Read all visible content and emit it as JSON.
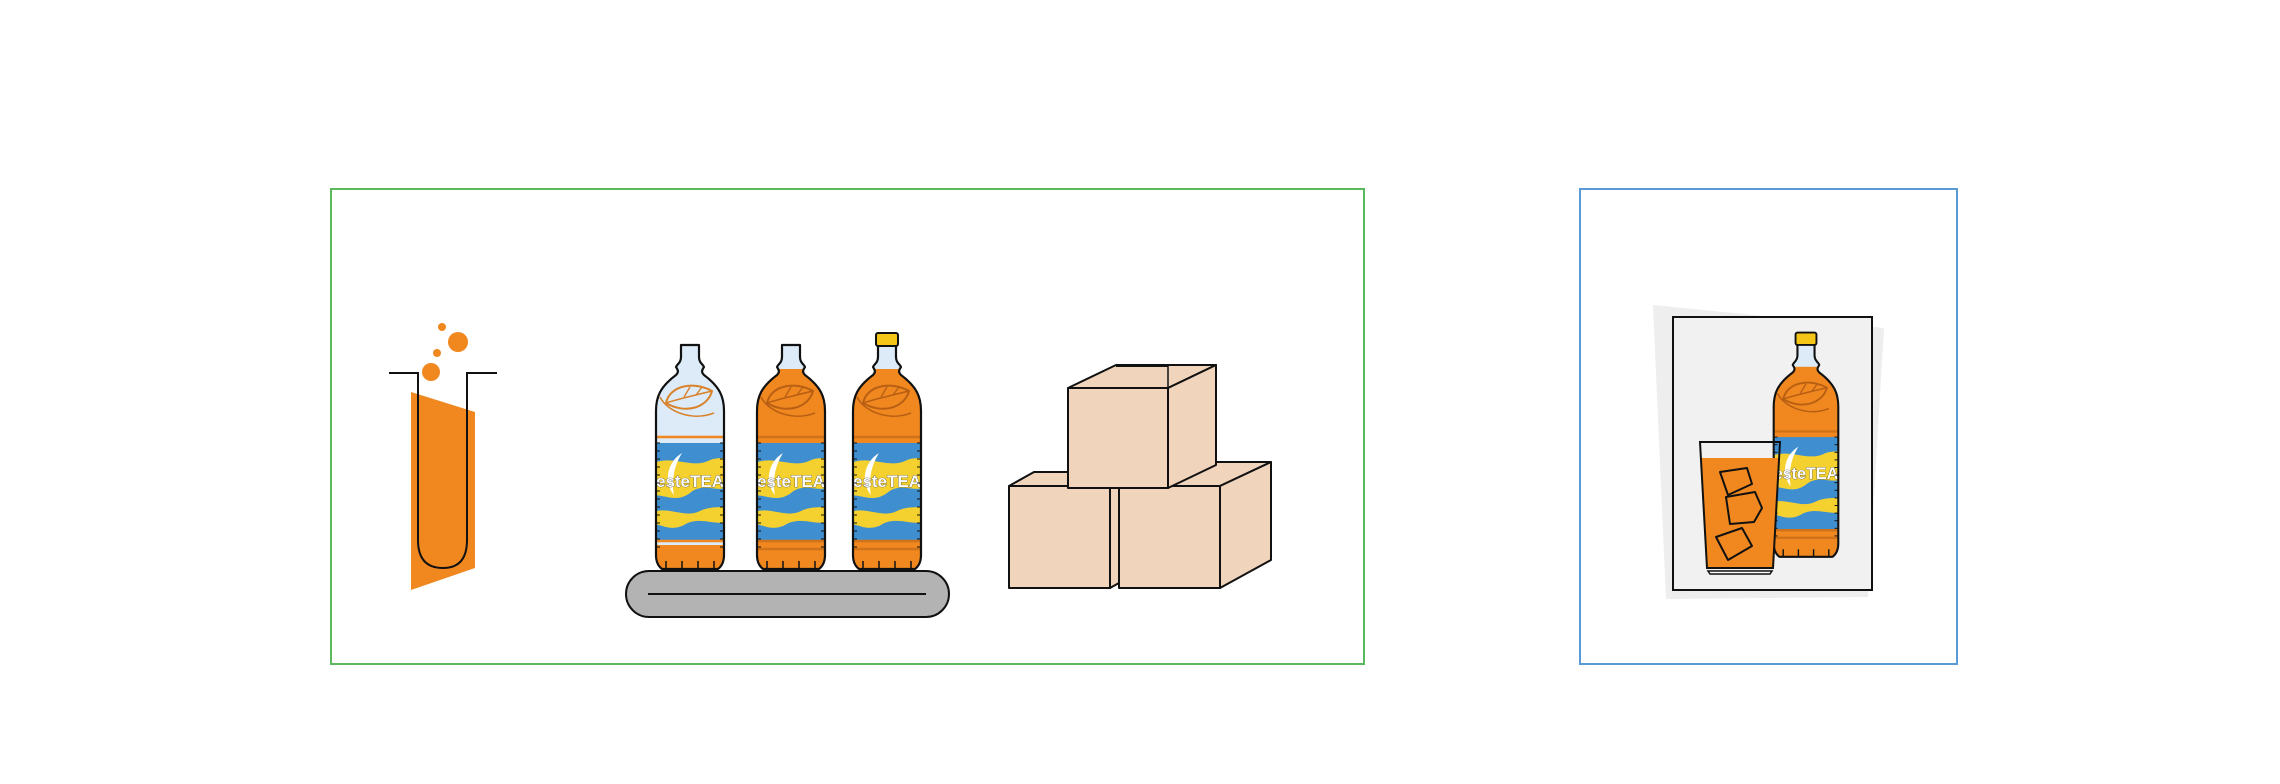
{
  "brand": {
    "label": "esteTEA",
    "colors": {
      "orange": "#f0881f",
      "blue": "#3f8fd0",
      "yellow": "#f5d130",
      "cap_yellow": "#f5c518",
      "pale_blue": "#dcebf7",
      "box": "#f0d4bb",
      "belt": "#b3b3b3",
      "frame_green": "#5cb85c",
      "frame_blue": "#5b9bd5"
    }
  },
  "production": {
    "bottles": [
      {
        "fill": "empty",
        "capped": false
      },
      {
        "fill": "full",
        "capped": false
      },
      {
        "fill": "full",
        "capped": true
      }
    ]
  },
  "product": {
    "bottle": {
      "fill": "full",
      "capped": true
    }
  }
}
